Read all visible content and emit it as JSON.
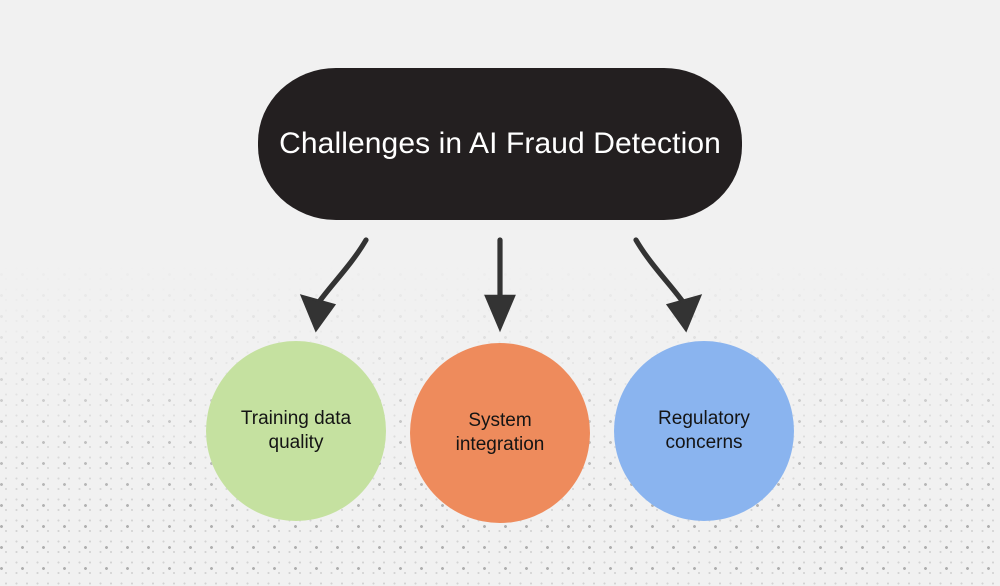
{
  "diagram": {
    "type": "flowchart",
    "background_color": "#f1f1f1",
    "texture": "dot-grid",
    "root": {
      "label": "Challenges in AI Fraud Detection",
      "shape": "rounded-pill",
      "fill_color": "#231f20",
      "text_color": "#ffffff"
    },
    "connectors": [
      {
        "name": "arrow-to-training-data-quality",
        "style": "curved-left",
        "color": "#333333"
      },
      {
        "name": "arrow-to-system-integration",
        "style": "straight",
        "color": "#333333"
      },
      {
        "name": "arrow-to-regulatory-concerns",
        "style": "curved-right",
        "color": "#333333"
      }
    ],
    "nodes": [
      {
        "label": "Training data quality",
        "line1": "Training data",
        "line2": "quality",
        "shape": "circle",
        "fill_color": "#c5e1a0",
        "text_color": "#141414"
      },
      {
        "label": "System integration",
        "line1": "System",
        "line2": "integration",
        "shape": "circle",
        "fill_color": "#ee8b5c",
        "text_color": "#141414"
      },
      {
        "label": "Regulatory concerns",
        "line1": "Regulatory",
        "line2": "concerns",
        "shape": "circle",
        "fill_color": "#8ab4ef",
        "text_color": "#141414"
      }
    ]
  }
}
